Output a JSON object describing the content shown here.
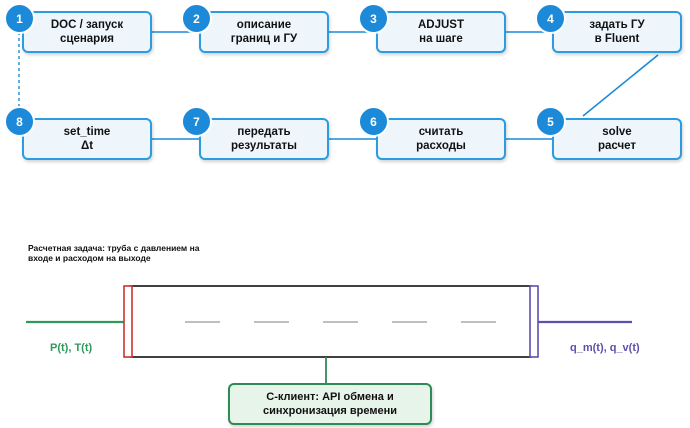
{
  "workflow": {
    "steps": [
      {
        "num": "1",
        "label": "DOC / запуск\nсценария"
      },
      {
        "num": "2",
        "label": "описание\nграниц и ГУ"
      },
      {
        "num": "3",
        "label": "ADJUST\nна шаге"
      },
      {
        "num": "4",
        "label": "задать ГУ\nв Fluent"
      },
      {
        "num": "5",
        "label": "solve\nрасчет"
      },
      {
        "num": "6",
        "label": "считать\nрасходы"
      },
      {
        "num": "7",
        "label": "передать\nрезультаты"
      },
      {
        "num": "8",
        "label": "set_time\nΔt"
      }
    ]
  },
  "task": {
    "label": "Расчетная задача: труба  с давлением на\nвходе и расходом на  выходе"
  },
  "pipe": {
    "inlet_label": "P(t),  T(t)",
    "outlet_label": "q_m(t),  q_v(t)",
    "inlet_color": "#2e9a5a",
    "outlet_color": "#5b4fb0",
    "inlet_cap_color": "#cc3333",
    "outlet_cap_color": "#5b4fb0"
  },
  "client": {
    "label": "С-клиент: API обмена и\nсинхронизация времени"
  },
  "colors": {
    "step_border": "#2b9be2",
    "badge": "#1c8ad9",
    "client_border": "#2e8b57"
  }
}
